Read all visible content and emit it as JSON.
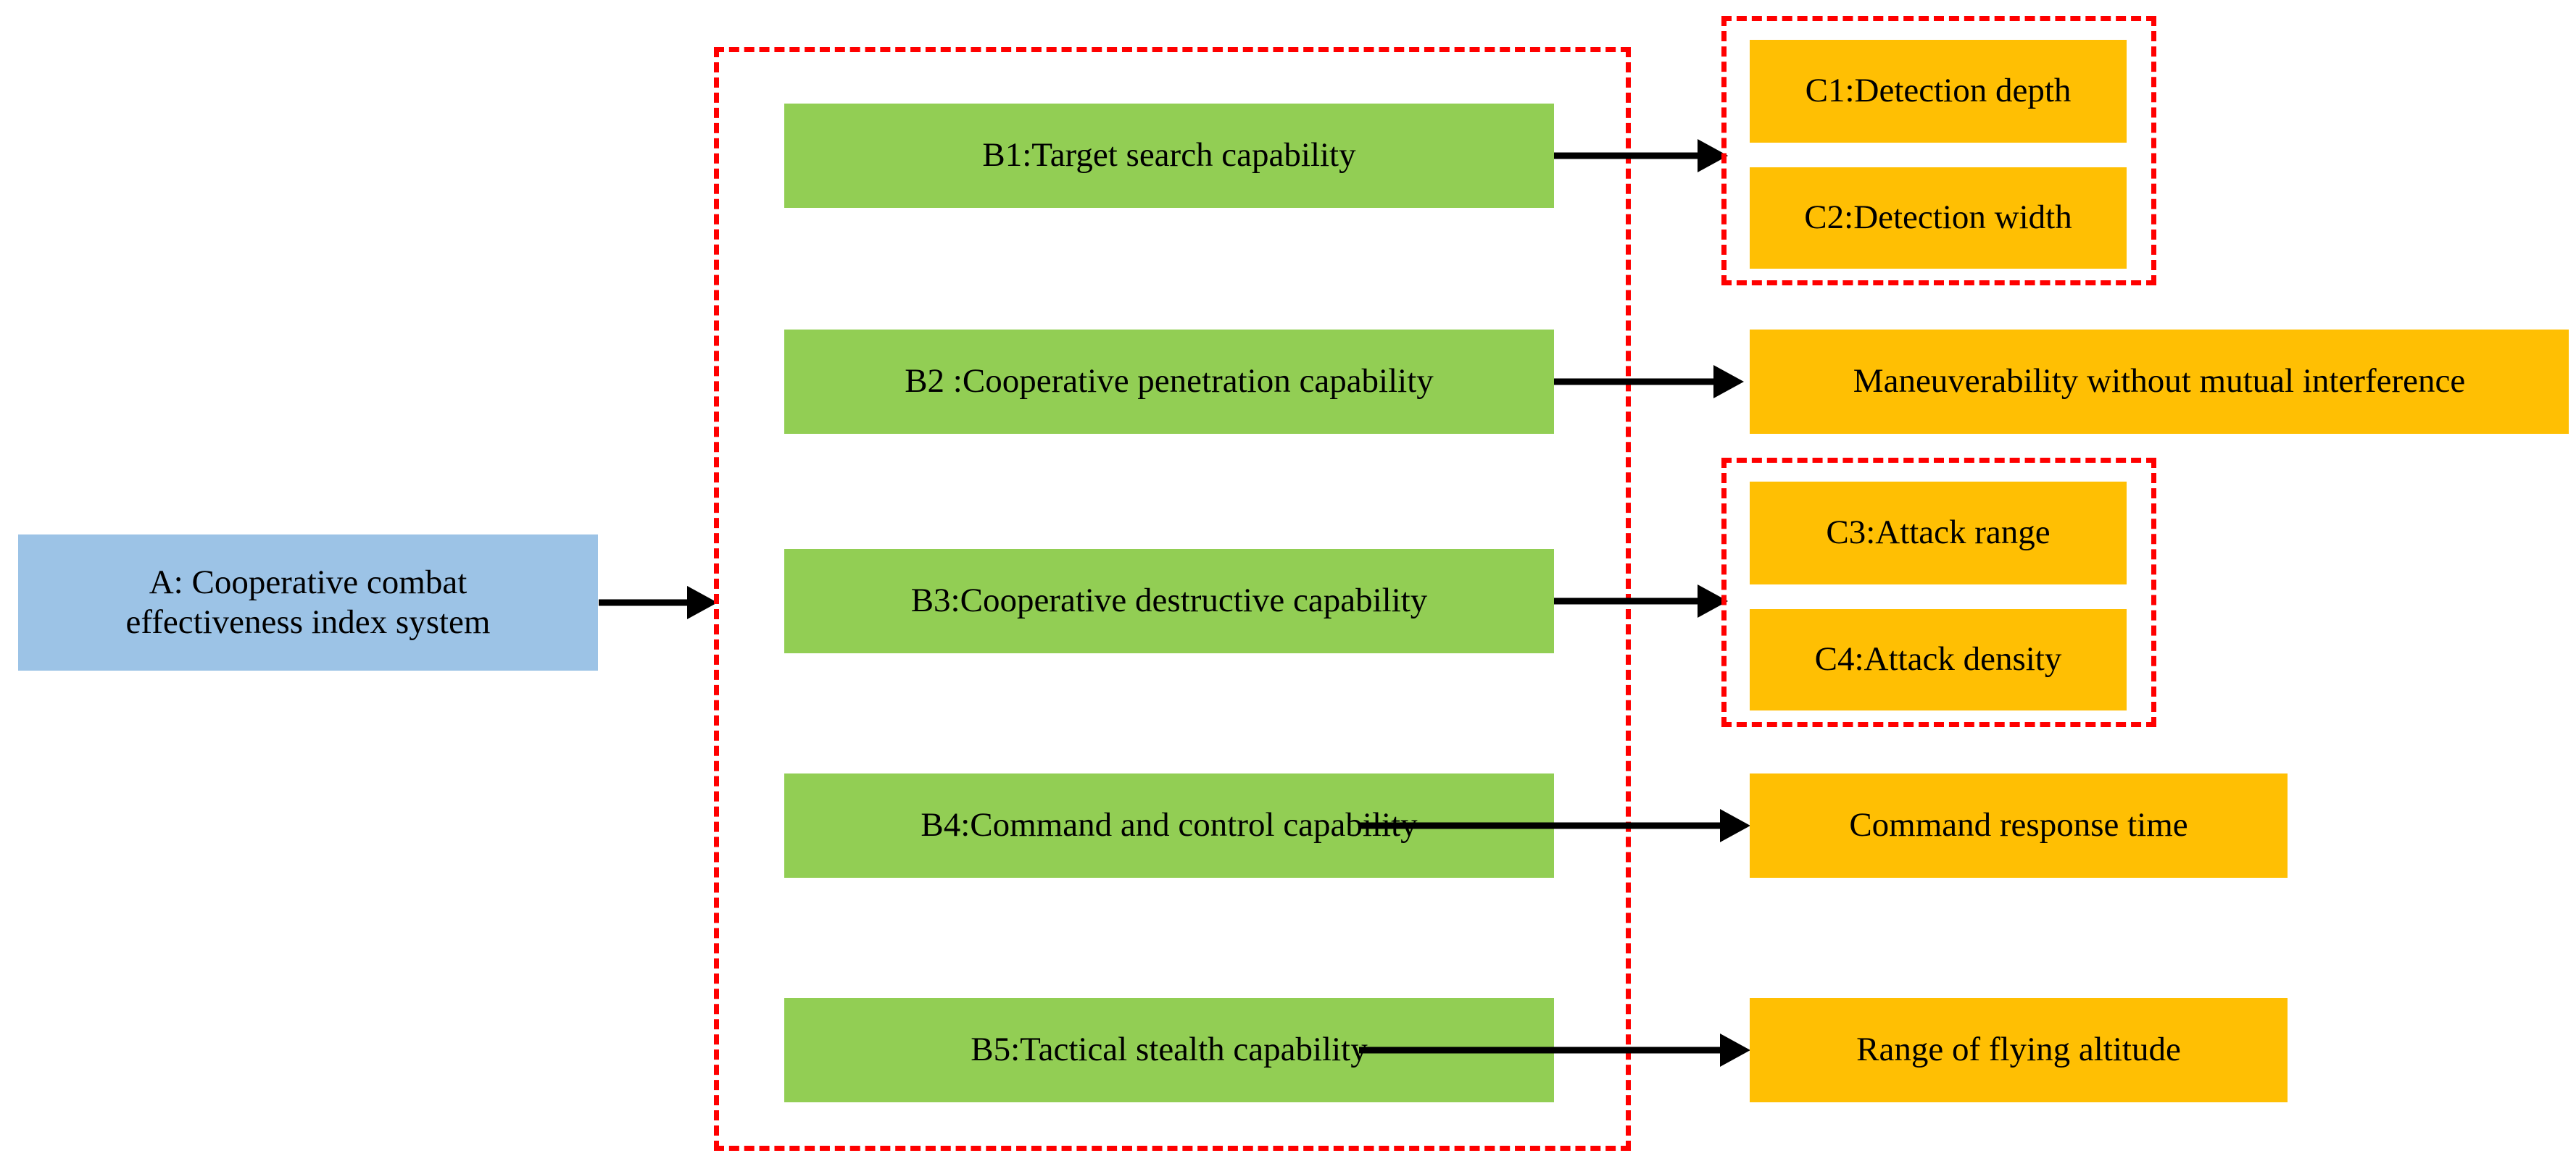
{
  "diagram": {
    "title": "Cooperative combat effectiveness index system",
    "colors": {
      "level_a": "#9cc3e6",
      "level_b": "#92ce54",
      "level_c": "#ffbf03",
      "group_outline": "#ff0000",
      "connector": "#000000",
      "background": "#ffffff"
    },
    "level_a": {
      "id": "A",
      "label": "A: Cooperative combat\neffectiveness index system"
    },
    "level_b": [
      {
        "id": "B1",
        "label": "B1:Target search capability"
      },
      {
        "id": "B2",
        "label": "B2 :Cooperative penetration capability"
      },
      {
        "id": "B3",
        "label": "B3:Cooperative destructive capability"
      },
      {
        "id": "B4",
        "label": "B4:Command and control capability"
      },
      {
        "id": "B5",
        "label": "B5:Tactical stealth capability"
      }
    ],
    "level_c": [
      {
        "id": "C1",
        "label": "C1:Detection depth",
        "grouped": true
      },
      {
        "id": "C2",
        "label": "C2:Detection width",
        "grouped": true
      },
      {
        "id": "M1",
        "label": "Maneuverability without mutual interference",
        "grouped": false
      },
      {
        "id": "C3",
        "label": "C3:Attack range",
        "grouped": true
      },
      {
        "id": "C4",
        "label": "C4:Attack density",
        "grouped": true
      },
      {
        "id": "M2",
        "label": "Command response time",
        "grouped": false
      },
      {
        "id": "M3",
        "label": "Range of flying altitude",
        "grouped": false
      }
    ]
  }
}
